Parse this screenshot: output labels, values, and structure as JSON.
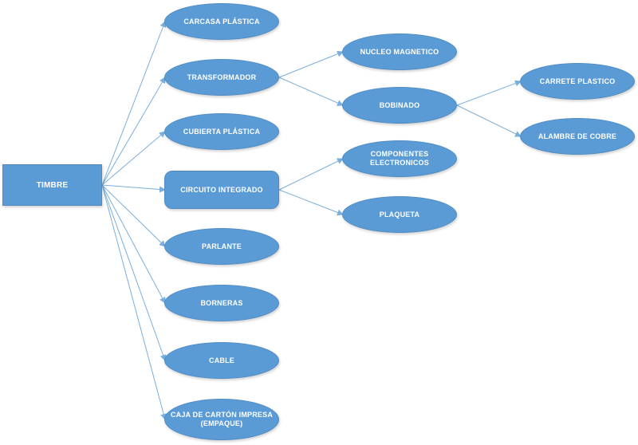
{
  "diagram": {
    "colors": {
      "node_fill": "#5b9bd5",
      "node_text": "#ffffff",
      "connector": "#7aaedc"
    },
    "root": {
      "label": "TIMBRE"
    },
    "level1": [
      {
        "id": "carcasa",
        "label": "CARCASA PLÁSTICA"
      },
      {
        "id": "transformador",
        "label": "TRANSFORMADOR"
      },
      {
        "id": "cubierta",
        "label": "CUBIERTA PLÁSTICA"
      },
      {
        "id": "circuito",
        "label": "CIRCUITO INTEGRADO"
      },
      {
        "id": "parlante",
        "label": "PARLANTE"
      },
      {
        "id": "borneras",
        "label": "BORNERAS"
      },
      {
        "id": "cable",
        "label": "CABLE"
      },
      {
        "id": "caja",
        "label": "CAJA DE CARTÓN IMPRESA (EMPAQUE)"
      }
    ],
    "level2": [
      {
        "id": "nucleo",
        "parent": "transformador",
        "label": "NUCLEO MAGNETICO"
      },
      {
        "id": "bobinado",
        "parent": "transformador",
        "label": "BOBINADO"
      },
      {
        "id": "componentes",
        "parent": "circuito",
        "label": "COMPONENTES ELECTRONICOS"
      },
      {
        "id": "plaqueta",
        "parent": "circuito",
        "label": "PLAQUETA"
      }
    ],
    "level3": [
      {
        "id": "carrete",
        "parent": "bobinado",
        "label": "CARRETE PLASTICO"
      },
      {
        "id": "alambre",
        "parent": "bobinado",
        "label": "ALAMBRE DE COBRE"
      }
    ]
  }
}
